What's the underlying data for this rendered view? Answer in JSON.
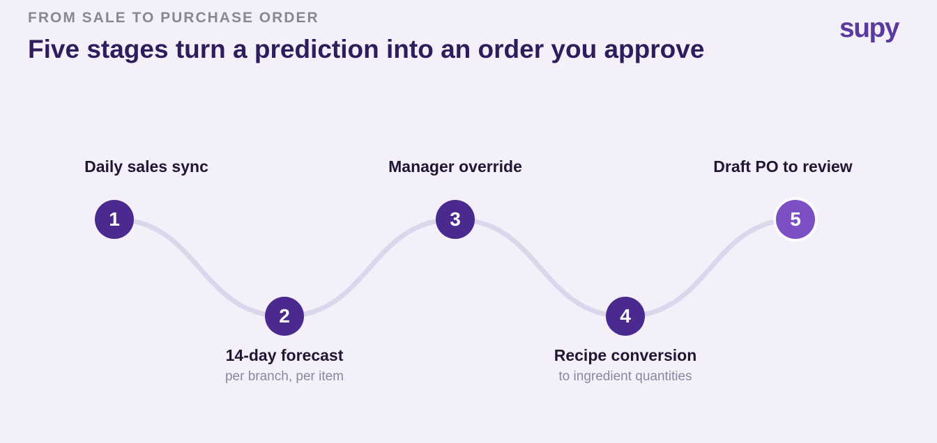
{
  "header": {
    "eyebrow": "FROM SALE TO PURCHASE ORDER",
    "title": "Five stages turn a prediction into an order you approve",
    "logo_text": "supy"
  },
  "colors": {
    "background": "#f3f0f9",
    "node": "#4a2a8f",
    "node_final": "#7d4fc4",
    "connector": "#dcd6ec",
    "title": "#2f1c5c",
    "brand": "#5b3aa0"
  },
  "stages": [
    {
      "number": "1",
      "label": "Daily sales sync",
      "sublabel": ""
    },
    {
      "number": "2",
      "label": "14-day forecast",
      "sublabel": "per branch, per item"
    },
    {
      "number": "3",
      "label": "Manager override",
      "sublabel": ""
    },
    {
      "number": "4",
      "label": "Recipe conversion",
      "sublabel": "to ingredient quantities"
    },
    {
      "number": "5",
      "label": "Draft PO to review",
      "sublabel": ""
    }
  ]
}
